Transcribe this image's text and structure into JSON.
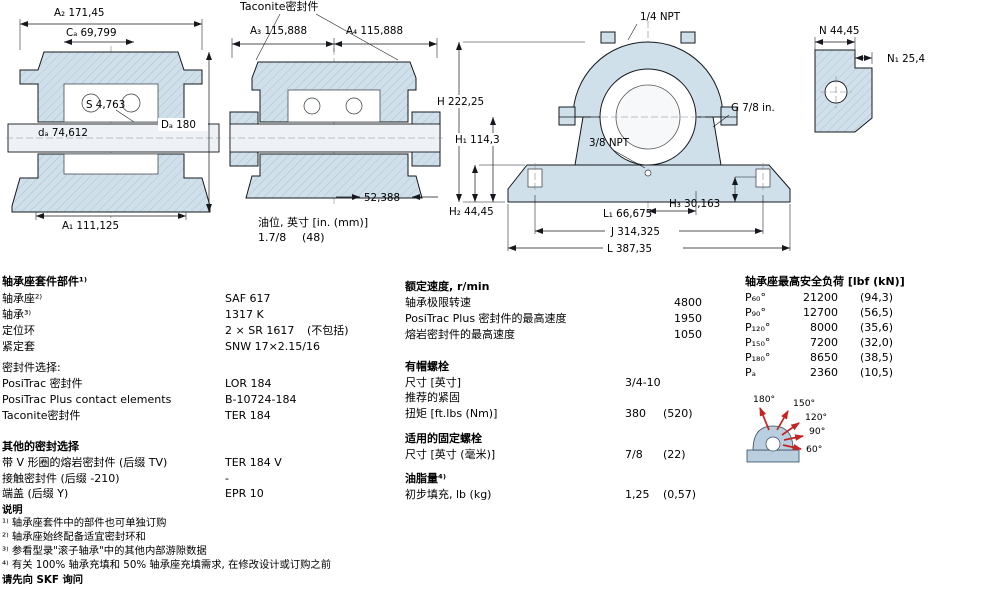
{
  "drawing1": {
    "a2": "A₂ 171,45",
    "ca": "Cₐ 69,799",
    "s": "S 4,763",
    "da_shaft": "dₐ 74,612",
    "Da": "Dₐ 180",
    "a1": "A₁ 111,125"
  },
  "drawing2": {
    "title": "Taconite密封件",
    "a3": "A₃ 115,888",
    "a4": "A₄ 115,888",
    "seal_height": "52,388",
    "oil_label": "油位, 英寸 [in. (mm)]",
    "oil_in": "1.7/8",
    "oil_mm": "(48)"
  },
  "drawing3": {
    "npt_top": "1/4 NPT",
    "H": "H 222,25",
    "H1": "H₁ 114,3",
    "npt_side": "3/8 NPT",
    "G": "G 7/8 in.",
    "H2": "H₂ 44,45",
    "H3": "H₃ 30,163",
    "L1": "L₁ 66,675",
    "J": "J 314,325",
    "L": "L 387,35"
  },
  "drawing4": {
    "N": "N 44,45",
    "N1": "N₁ 25,4"
  },
  "left": {
    "header": "轴承座套件部件¹⁾",
    "rows": [
      {
        "label": "轴承座²⁾",
        "value": "SAF 617"
      },
      {
        "label": "轴承³⁾",
        "value": "1317 K"
      },
      {
        "label": "定位环",
        "value": "2 × SR 1617",
        "note": "(不包括)"
      },
      {
        "label": "紧定套",
        "value": "SNW 17×2.15/16"
      }
    ],
    "seal_header": "密封件选择:",
    "seal_rows": [
      {
        "label": "PosiTrac 密封件",
        "value": "LOR 184"
      },
      {
        "label": "PosiTrac Plus contact elements",
        "value": "B-10724-184"
      },
      {
        "label": "Taconite密封件",
        "value": "TER 184"
      }
    ],
    "other_header": "其他的密封选择",
    "other_rows": [
      {
        "label": "带 V 形圈的熔岩密封件 (后缀 TV)",
        "value": "TER 184 V"
      },
      {
        "label": "接触密封件 (后缀 -210)",
        "value": "-"
      },
      {
        "label": "端盖 (后缀 Y)",
        "value": "EPR 10"
      }
    ]
  },
  "middle": {
    "speed_header": "额定速度, r/min",
    "speed_rows": [
      {
        "label": "轴承极限转速",
        "value": "4800"
      },
      {
        "label": "PosiTrac Plus 密封件的最高速度",
        "value": "1950"
      },
      {
        "label": "熔岩密封件的最高速度",
        "value": "1050"
      }
    ],
    "capscrew_header": "有帽螺栓",
    "cap_size_label": "尺寸 [英寸]",
    "cap_size_value": "3/4-10",
    "cap_torque_label1": "推荐的紧固",
    "cap_torque_label2": "扭矩 [ft.lbs (Nm)]",
    "cap_torque_value": "380",
    "cap_torque_value2": "(520)",
    "anchor_header": "适用的固定螺栓",
    "anchor_size_label": "尺寸 [英寸 (毫米)]",
    "anchor_size_value": "7/8",
    "anchor_size_value2": "(22)",
    "grease_header": "油脂量⁴⁾",
    "grease_label": "初步填充, lb (kg)",
    "grease_value": "1,25",
    "grease_value2": "(0,57)"
  },
  "right": {
    "header": "轴承座最高安全负荷 [lbf (kN)]",
    "rows": [
      {
        "label": "P₆₀°",
        "lbf": "21200",
        "kn": "(94,3)"
      },
      {
        "label": "P₉₀°",
        "lbf": "12700",
        "kn": "(56,5)"
      },
      {
        "label": "P₁₂₀°",
        "lbf": "8000",
        "kn": "(35,6)"
      },
      {
        "label": "P₁₅₀°",
        "lbf": "7200",
        "kn": "(32,0)"
      },
      {
        "label": "P₁₈₀°",
        "lbf": "8650",
        "kn": "(38,5)"
      },
      {
        "label": "Pₐ",
        "lbf": "2360",
        "kn": "(10,5)"
      }
    ],
    "angles": [
      "180°",
      "150°",
      "120°",
      "90°",
      "60°"
    ]
  },
  "notes": {
    "header": "说明",
    "items": [
      "¹⁾ 轴承座套件中的部件也可单独订购",
      "²⁾ 轴承座始终配备适宜密封环和",
      "³⁾ 参看型录\"滚子轴承\"中的其他内部游隙数据",
      "⁴⁾ 有关 100% 轴承充填和 50% 轴承座充填需求, 在修改设计或订购之前"
    ],
    "footer": "请先向 SKF 询问"
  }
}
